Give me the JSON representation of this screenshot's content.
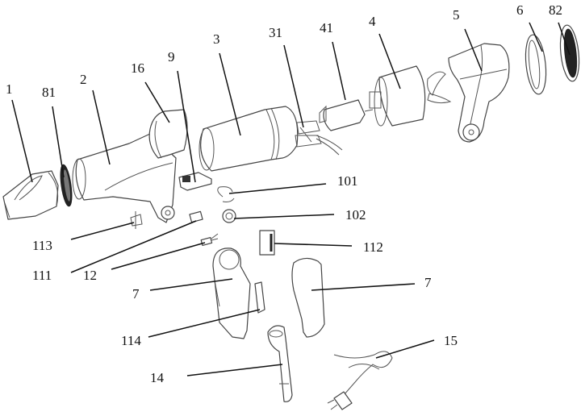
{
  "figure": {
    "subject": "Hair dryer exploded view",
    "labels": {
      "nozzle": "1",
      "front_mesh": "81",
      "front_housing": "2",
      "cold_air_duct": "16",
      "switch_board": "9",
      "heater_tube": "3",
      "heating_element": "31",
      "motor": "41",
      "fan_housing": "4",
      "rear_housing": "5",
      "rear_filter_ring": "6",
      "rear_mesh": "82",
      "clip_101": "101",
      "ring_102": "102",
      "switch_113": "113",
      "connector_111": "111",
      "diode_12": "12",
      "switch_112": "112",
      "handle_shell_left": "7",
      "handle_shell_right": "7",
      "button_plate_114": "114",
      "cord_sleeve": "14",
      "power_cord": "15"
    }
  }
}
